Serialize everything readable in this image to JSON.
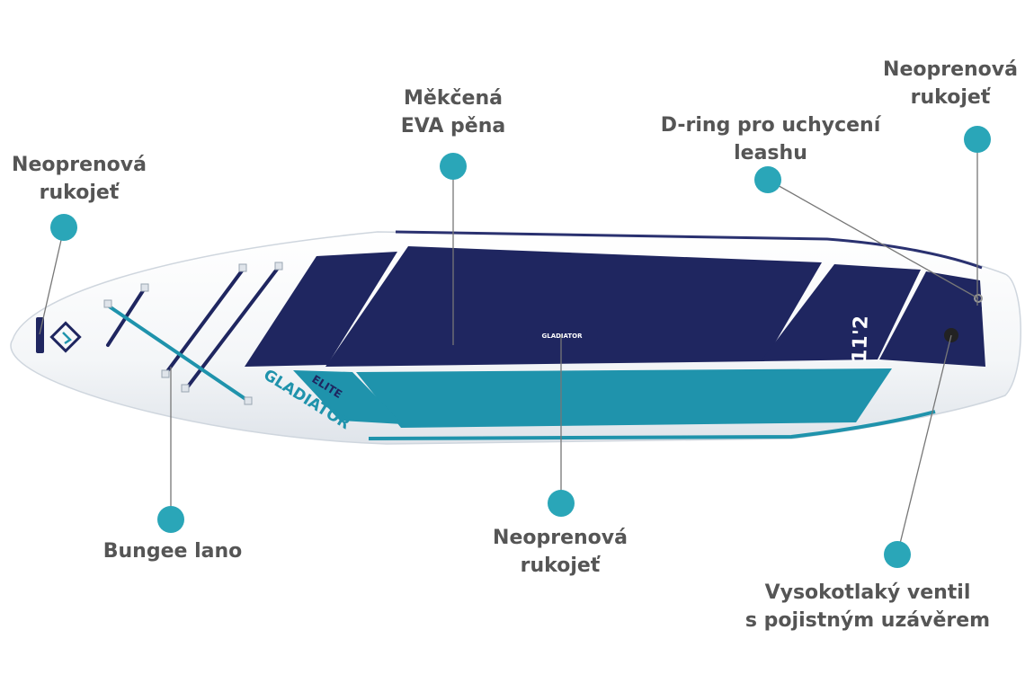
{
  "board": {
    "brand": "GLADIATOR",
    "model": "ELITE",
    "size": "11'2",
    "handle_brand": "GLADIATOR",
    "logo_icon": "gladiator-g-logo-icon",
    "colors": {
      "hull": "#f3f5f7",
      "pad_dark": "#1f2660",
      "pad_teal": "#1f93ac",
      "accent_dot": "#2aa6b8",
      "label_text": "#555555"
    }
  },
  "callouts": [
    {
      "id": "nose-handle",
      "lines": [
        "Neoprenová",
        "rukojeť"
      ]
    },
    {
      "id": "eva-foam",
      "lines": [
        "Měkčená",
        "EVA pěna"
      ]
    },
    {
      "id": "d-ring",
      "lines": [
        "D-ring pro uchycení",
        "leashu"
      ]
    },
    {
      "id": "tail-handle",
      "lines": [
        "Neoprenová",
        "rukojeť"
      ]
    },
    {
      "id": "bungee",
      "lines": [
        "Bungee lano"
      ]
    },
    {
      "id": "center-handle",
      "lines": [
        "Neoprenová",
        "rukojeť"
      ]
    },
    {
      "id": "valve",
      "lines": [
        "Vysokotlaký ventil",
        "s pojistným uzávěrem"
      ]
    }
  ]
}
